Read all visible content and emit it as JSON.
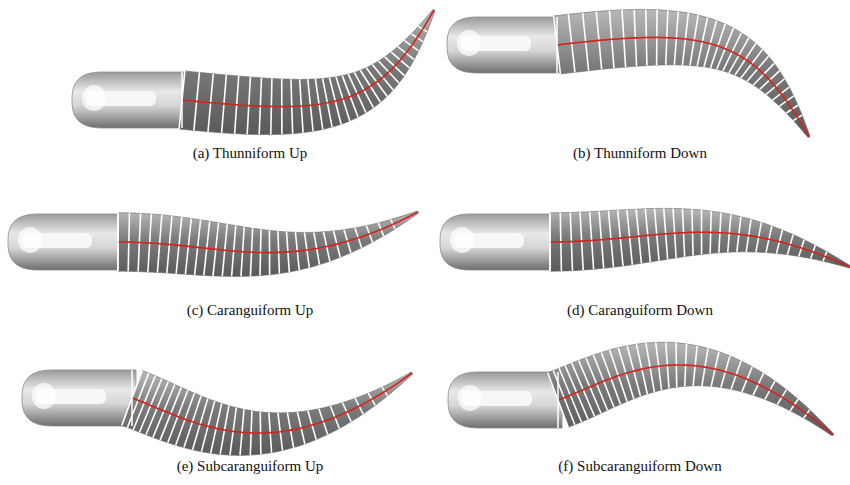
{
  "diagram": {
    "labels": [
      "(a) Thunniform Up",
      "(b) Thunniform Down",
      "(c) Caranguiform Up",
      "(d) Caranguiform Down",
      "(e) Subcaranguiform Up",
      "(f) Subcaranguiform Down"
    ]
  }
}
